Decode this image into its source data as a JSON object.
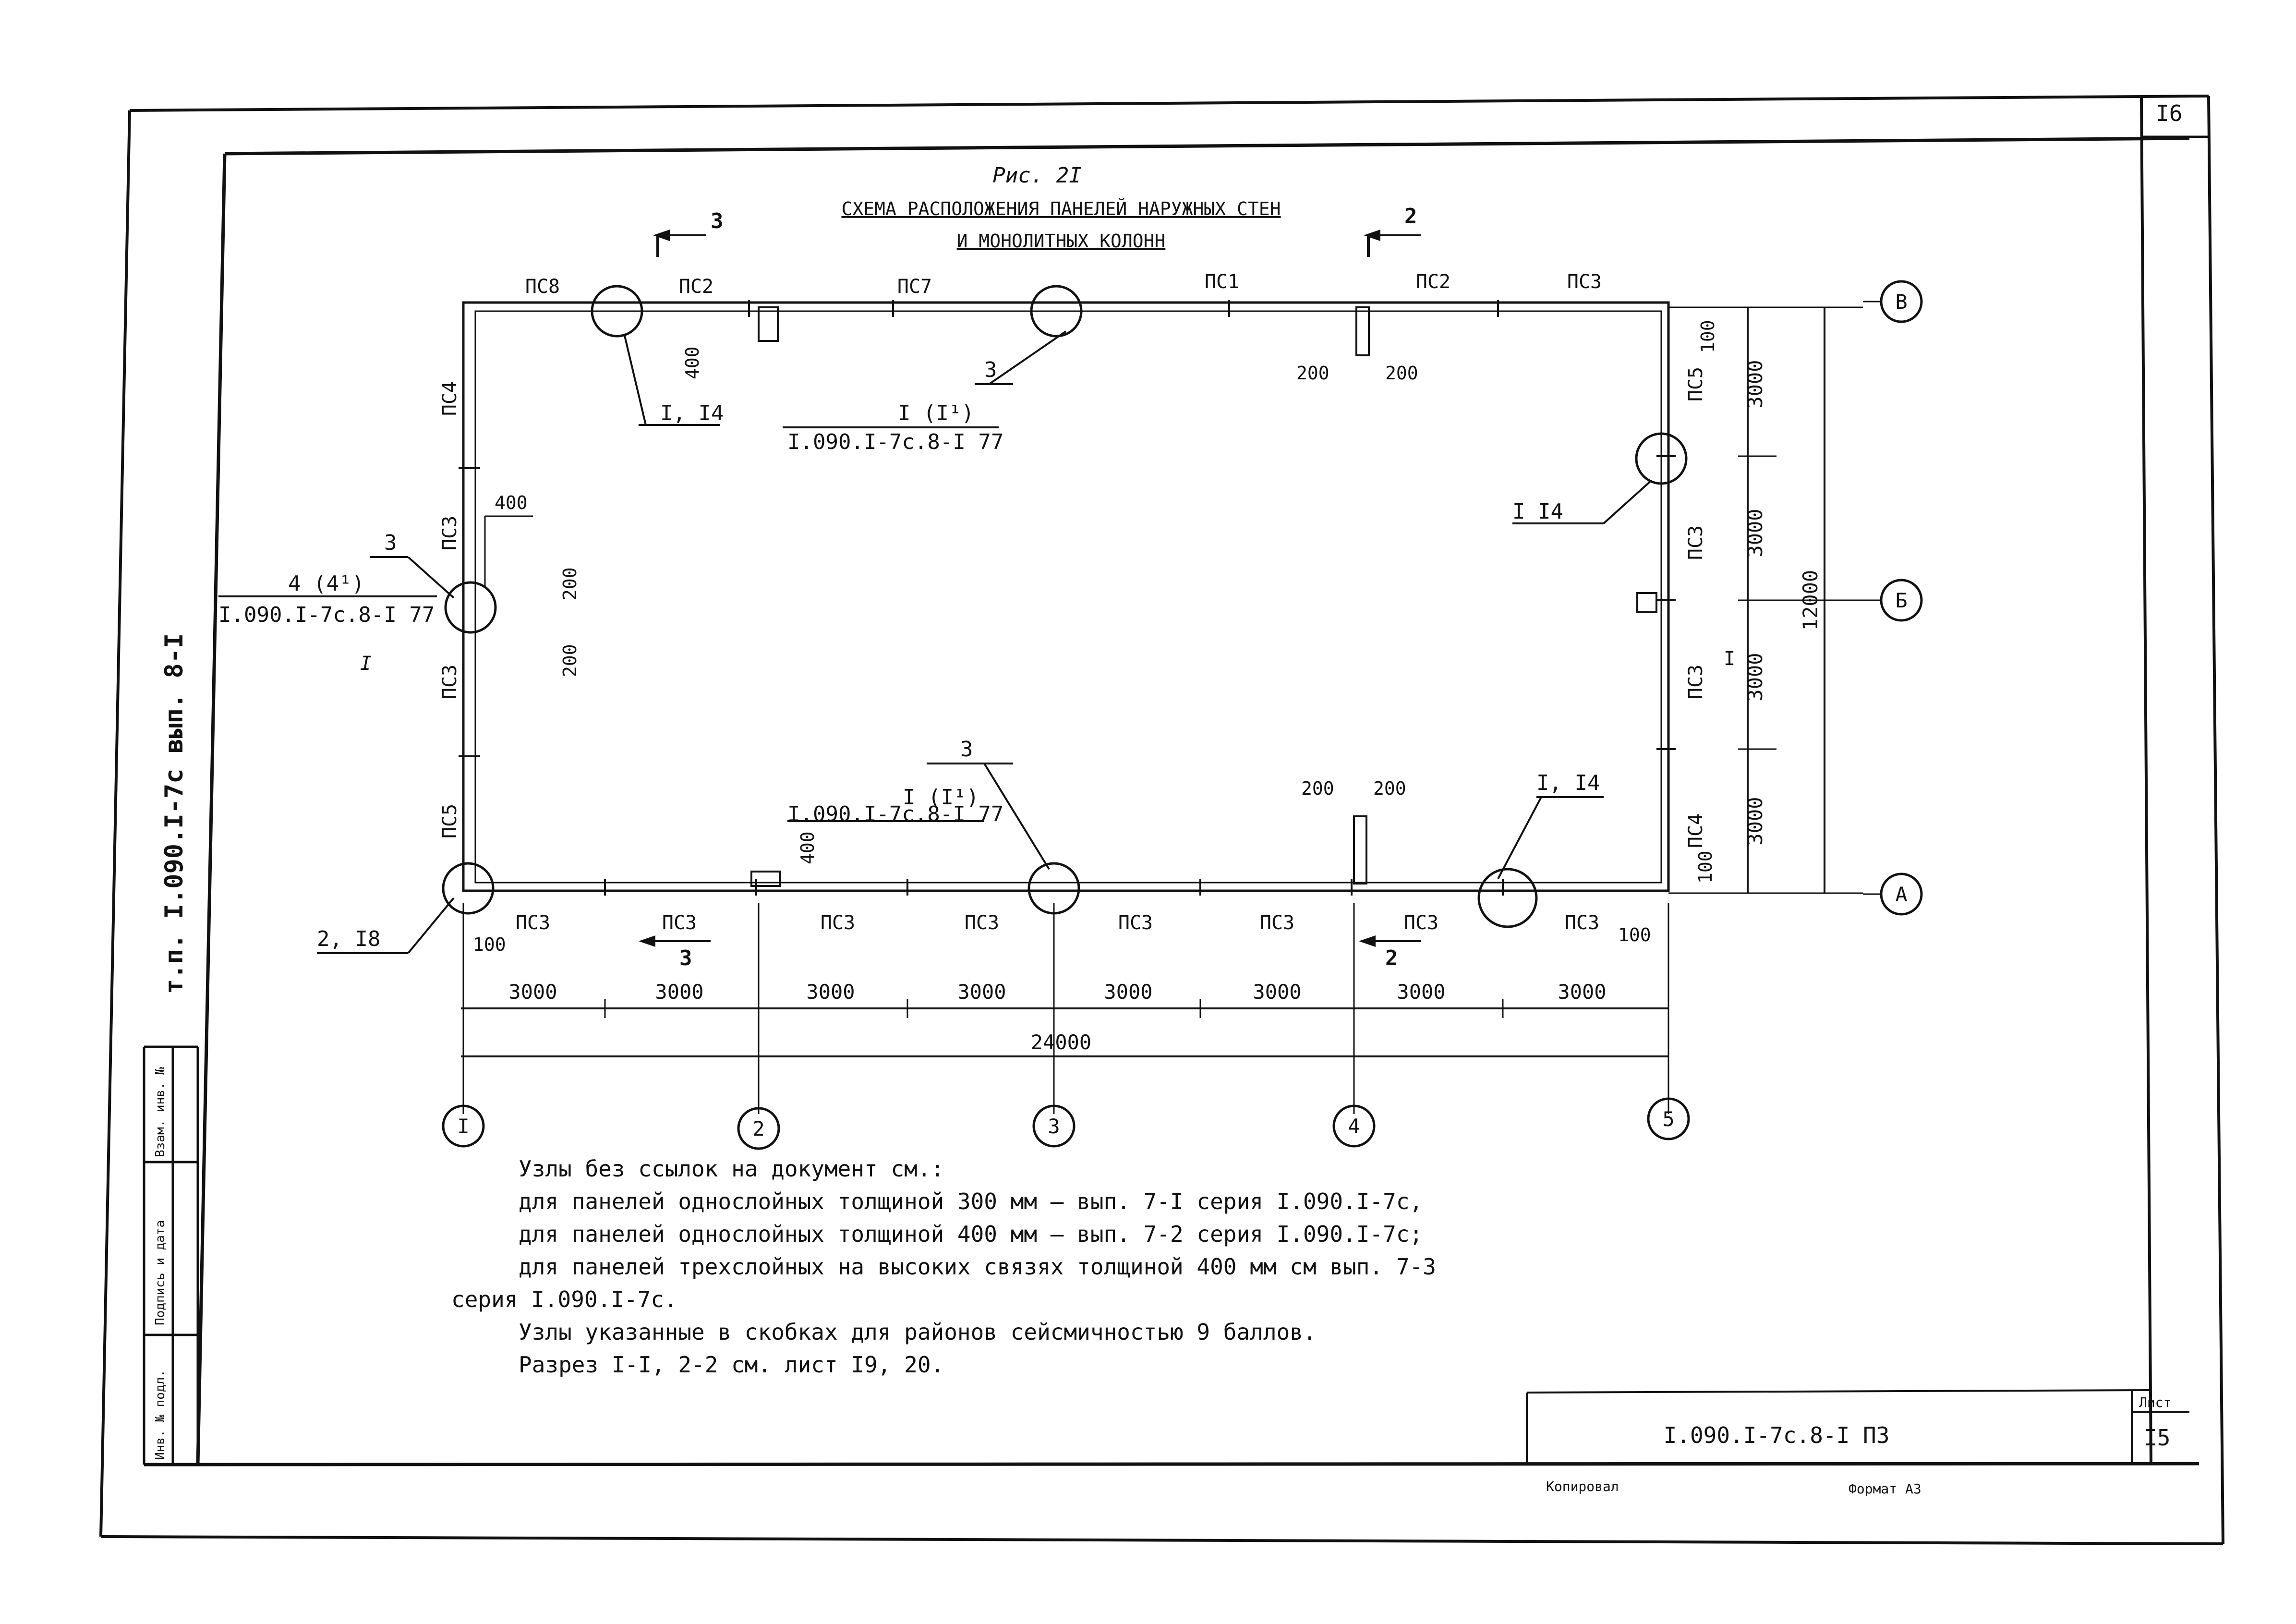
{
  "title": {
    "fig": "Рис. 2I",
    "line1": "СХЕМА РАСПОЛОЖЕНИЯ ПАНЕЛЕЙ НАРУЖНЫХ СТЕН",
    "line2": "И МОНОЛИТНЫХ КОЛОНН"
  },
  "top_panels": [
    "ПС8",
    "ПС2",
    "ПС7",
    "ПС1",
    "ПС2",
    "ПС3"
  ],
  "bottom_panels": [
    "ПС3",
    "ПС3",
    "ПС3",
    "ПС3",
    "ПС3",
    "ПС3",
    "ПС3",
    "ПС3"
  ],
  "left_panels": [
    "ПС4",
    "ПС3",
    "ПС3",
    "ПС5"
  ],
  "right_panels": [
    "ПС5",
    "ПС3",
    "ПС3",
    "ПС4"
  ],
  "dimensions": {
    "bottom_spans": [
      "3000",
      "3000",
      "3000",
      "3000",
      "3000",
      "3000",
      "3000",
      "3000"
    ],
    "total_length": "24000",
    "right_spans": [
      "3000",
      "3000",
      "3000",
      "3000"
    ],
    "total_height": "12000",
    "d100": "100",
    "d200": "200",
    "d400": "400"
  },
  "axes": {
    "columns": [
      "I",
      "2",
      "3",
      "4",
      "5"
    ],
    "rows": [
      "В",
      "Б",
      "А"
    ]
  },
  "callouts": {
    "c_top_left": "I, I4",
    "c_top_mid_num": "3",
    "c_top_mid_label": "I (I¹)",
    "c_top_mid_ref": "I.090.I-7c.8-I 77",
    "c_left_num": "3",
    "c_left_label": "4 (4¹)",
    "c_left_ref": "I.090.I-7c.8-I 77",
    "c_right": "I  I4",
    "c_bot_mid_num": "3",
    "c_bot_mid_label": "I (I¹)",
    "c_bot_mid_ref": "I.090.I-7c.8-I 77",
    "c_bot_right": "I, I4",
    "c_bot_left": "2, I8"
  },
  "sections": {
    "top_left": "3",
    "top_right": "2",
    "bottom_left": "3",
    "bottom_right": "2",
    "left_mark": "I",
    "right_mark": "I"
  },
  "notes": [
    "Узлы без ссылок на документ см.:",
    "для панелей однослойных толщиной 300 мм – вып. 7-I серия I.090.I-7с,",
    "для панелей однослойных толщиной 400 мм – вып. 7-2 серия I.090.I-7с;",
    "для панелей трехслойных на высоких связях толщиной 400 мм см вып. 7-3",
    "серия I.090.I-7с.",
    "Узлы указанные в скобках для районов сейсмичностью 9 баллов.",
    "Разрез I-I, 2-2 см. лист I9, 20."
  ],
  "stamp": {
    "doc_code": "I.090.I-7c.8-I ПЗ",
    "sheet_label": "Лист",
    "sheet_no": "I5",
    "page_corner": "I6",
    "copied_by": "Копировал",
    "format": "Формат А3",
    "side_code": "т.п. I.090.I-7с  вып. 8-I",
    "side_cells": [
      "Взам. инв. №",
      "Подпись и дата",
      "Инв. № подл."
    ]
  }
}
